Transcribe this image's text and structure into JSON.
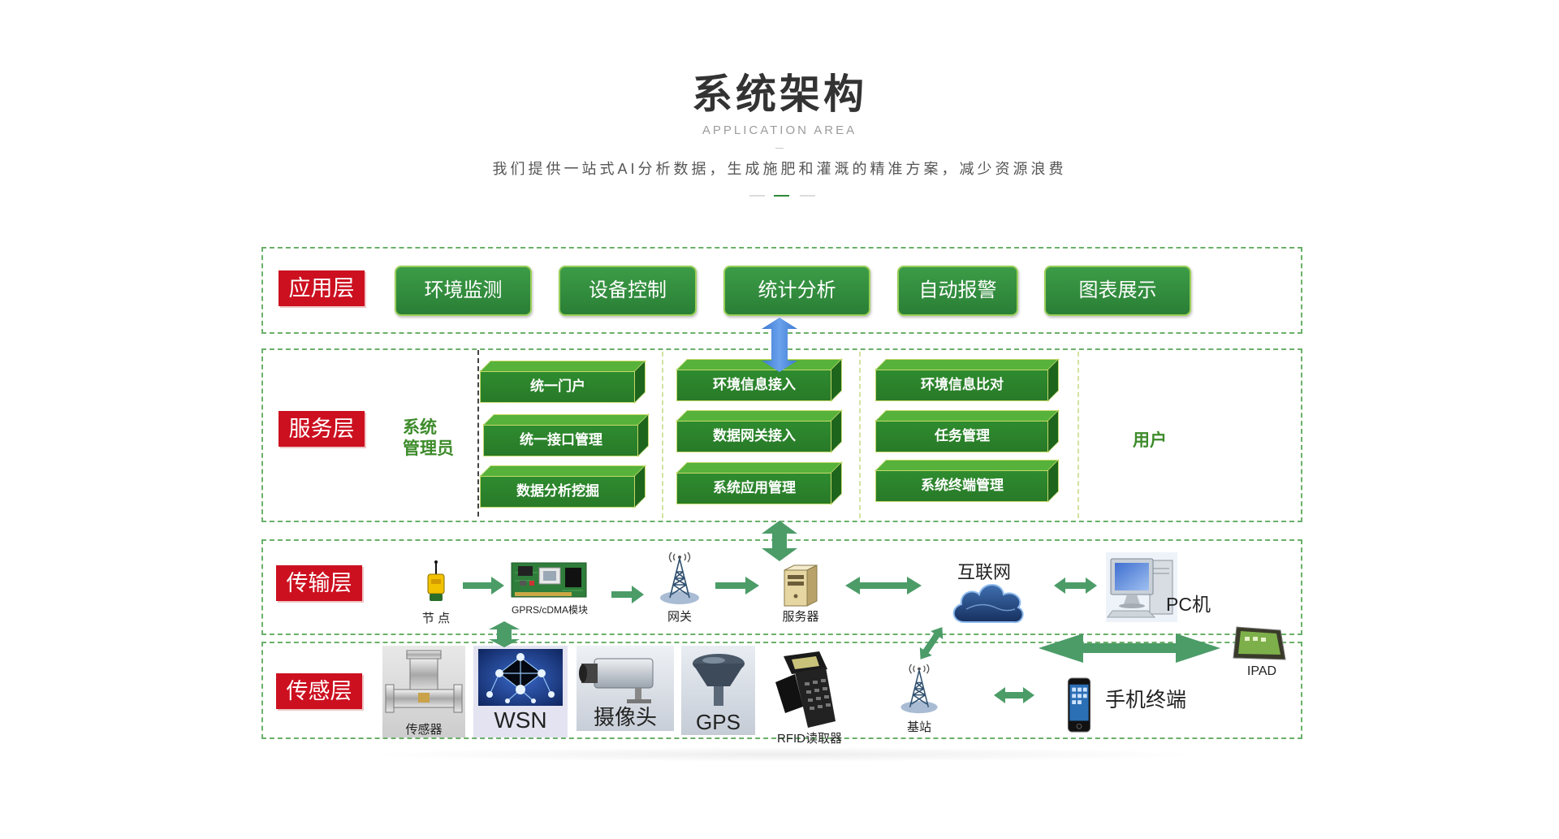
{
  "header": {
    "title": "系统架构",
    "subtitle_en": "APPLICATION AREA",
    "description": "我们提供一站式AI分析数据，生成施肥和灌溉的精准方案，减少资源浪费"
  },
  "layers": {
    "application": "应用层",
    "service": "服务层",
    "transport": "传输层",
    "sensor": "传感层"
  },
  "application_modules": [
    "环境监测",
    "设备控制",
    "统计分析",
    "自动报警",
    "图表展示"
  ],
  "service": {
    "admin_label": [
      "系统",
      "管理员"
    ],
    "user_label": "用户",
    "columns": [
      [
        "统一门户",
        "统一接口管理",
        "数据分析挖掘"
      ],
      [
        "环境信息接入",
        "数据网关接入",
        "系统应用管理"
      ],
      [
        "环境信息比对",
        "任务管理",
        "系统终端管理"
      ]
    ]
  },
  "transport": {
    "node": "节 点",
    "gprs_module": "GPRS/cDMA模块",
    "gateway": "网关",
    "server": "服务器",
    "internet": "互联网",
    "pc": "PC机",
    "ipad": "IPAD"
  },
  "sensor": {
    "sensor": "传感器",
    "wsn": "WSN",
    "camera": "摄像头",
    "gps": "GPS",
    "rfid": "RFID读取器",
    "base_station": "基站",
    "mobile": "手机终端"
  },
  "colors": {
    "brand_green": "#2e8a3a",
    "label_red": "#cc1020",
    "arrow_green": "#4c9c68",
    "arrow_blue": "#4a86d8",
    "dashed_border": "#6bb06b",
    "accent_text_green": "#3d8b2a"
  },
  "icons": [
    "node-device-icon",
    "gprs-module-icon",
    "gateway-tower-icon",
    "server-icon",
    "internet-cloud-icon",
    "pc-icon",
    "ipad-icon",
    "sensor-valve-icon",
    "wsn-network-icon",
    "camera-icon",
    "gps-device-icon",
    "rfid-reader-icon",
    "base-station-icon",
    "mobile-phone-icon"
  ]
}
